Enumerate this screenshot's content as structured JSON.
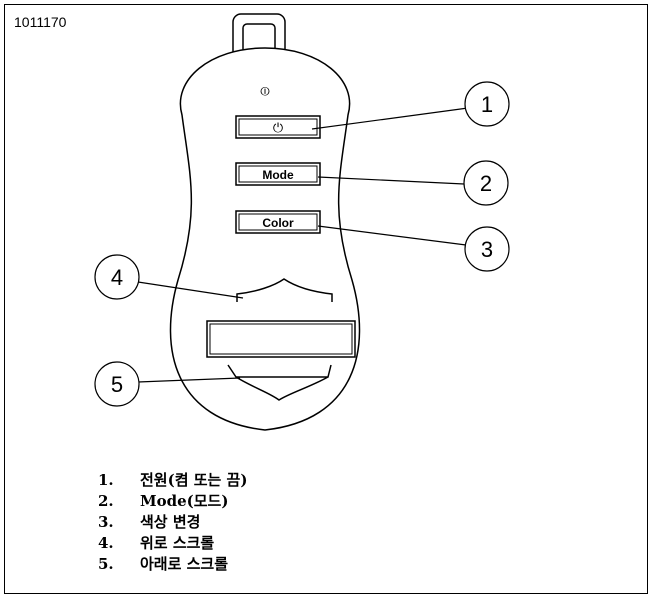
{
  "figure_id": "1011170",
  "remote": {
    "power_indicator_symbol": "⏼",
    "buttons": [
      {
        "id": "power",
        "label": "⏻"
      },
      {
        "id": "mode",
        "label": "Mode"
      },
      {
        "id": "color",
        "label": "Color"
      }
    ]
  },
  "callouts": [
    "1",
    "2",
    "3",
    "4",
    "5"
  ],
  "legend": [
    {
      "num": "1.",
      "text": "전원(켬 또는 끔)"
    },
    {
      "num": "2.",
      "text": "Mode(모드)"
    },
    {
      "num": "3.",
      "text": "색상 변경"
    },
    {
      "num": "4.",
      "text": "위로 스크롤"
    },
    {
      "num": "5.",
      "text": "아래로 스크롤"
    }
  ]
}
